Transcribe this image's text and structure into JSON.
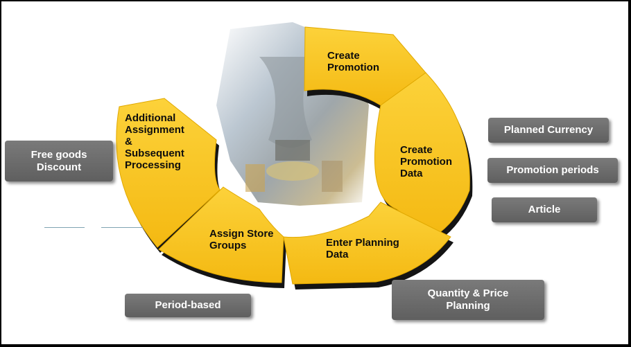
{
  "cycle": {
    "segments": [
      {
        "label": "Create\nPromotion"
      },
      {
        "label": "Create\nPromotion\nData"
      },
      {
        "label": "Enter Planning\nData"
      },
      {
        "label": "Assign Store\nGroups"
      },
      {
        "label": "Additional\nAssignment\n&\nSubsequent\nProcessing"
      }
    ],
    "colors": {
      "fill": "#f9c51c",
      "shadow": "#141414"
    }
  },
  "boxes": {
    "free_goods": "Free goods\nDiscount",
    "planned_currency": "Planned Currency",
    "promotion_periods": "Promotion periods",
    "article": "Article",
    "quantity_price": "Quantity & Price\nPlanning",
    "period_based": "Period-based"
  }
}
